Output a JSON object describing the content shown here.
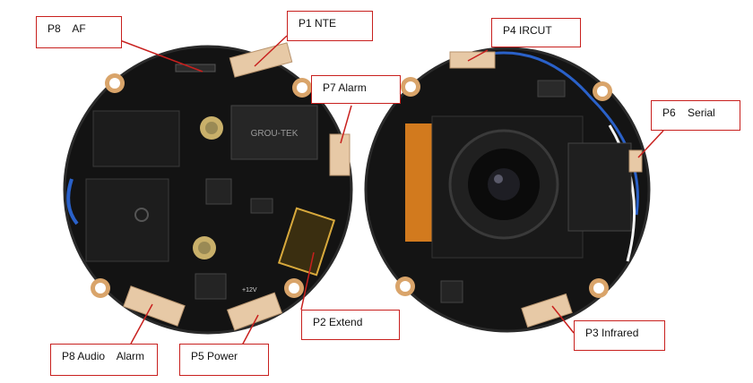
{
  "boards": {
    "left": "camera-main-board",
    "right": "camera-sensor-board"
  },
  "colors": {
    "pcb": "#111111",
    "callout_border": "#c8201e",
    "connector": "#e7c9a6",
    "mount_ring": "#d9a46a"
  },
  "callouts": {
    "p8_af": "P8    AF",
    "p1_nte": "P1 NTE",
    "p7_alarm": "P7 Alarm",
    "p4_ircut": "P4 IRCUT",
    "p6_serial": "P6    Serial",
    "p2_extend": "P2 Extend",
    "p3_infrared": "P3 Infrared",
    "p8_audio_alarm": "P8 Audio    Alarm",
    "p5_power": "P5 Power"
  },
  "chip_markings": {
    "transformer": "GROU-TEK",
    "pin_label": "+12V"
  }
}
